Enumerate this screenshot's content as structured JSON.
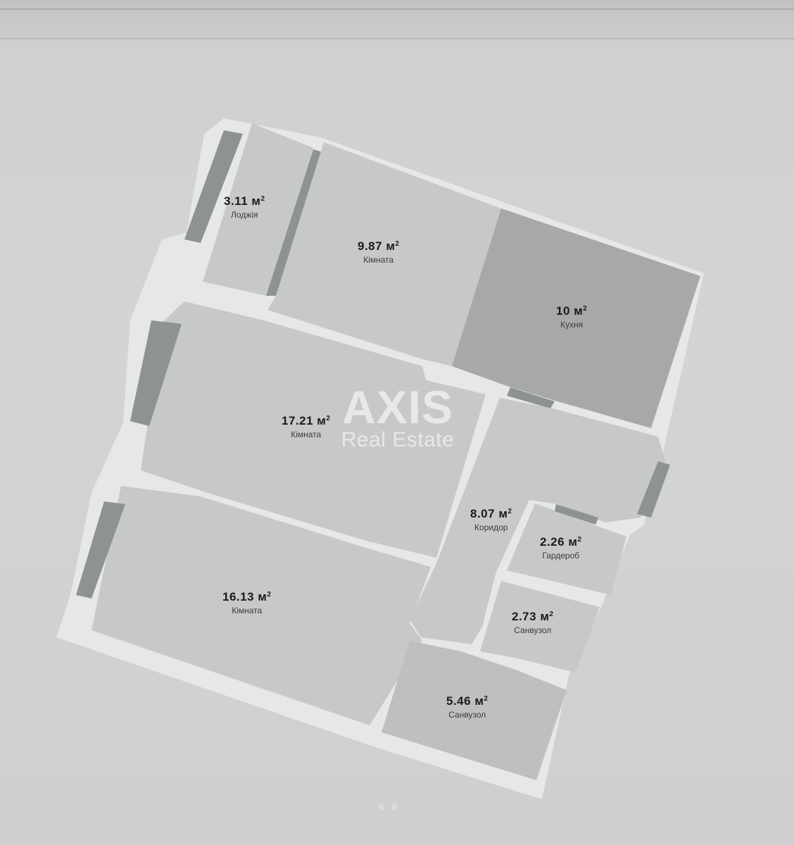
{
  "floor_plan": {
    "watermark": {
      "brand": "AXIS",
      "sub": "Real Estate"
    },
    "unit": "м",
    "unit_sup": "2",
    "rooms": [
      {
        "id": "loggia",
        "area": "3.11",
        "name": "Лоджія"
      },
      {
        "id": "room-1",
        "area": "9.87",
        "name": "Кімната"
      },
      {
        "id": "kitchen",
        "area": "10",
        "name": "Кухня"
      },
      {
        "id": "room-2",
        "area": "17.21",
        "name": "Кімната"
      },
      {
        "id": "corridor",
        "area": "8.07",
        "name": "Коридор"
      },
      {
        "id": "wardrobe",
        "area": "2.26",
        "name": "Гардероб"
      },
      {
        "id": "bathroom-1",
        "area": "2.73",
        "name": "Санвузол"
      },
      {
        "id": "room-3",
        "area": "16.13",
        "name": "Кімната"
      },
      {
        "id": "bathroom-2",
        "area": "5.46",
        "name": "Санвузол"
      }
    ],
    "colors": {
      "background": "#d3d5d4",
      "wall": "#e6e8e7",
      "room": "#c6c9c8",
      "kitchen": "#a6a9a8",
      "window": "#8e9291",
      "text": "#1a1b1b"
    }
  }
}
